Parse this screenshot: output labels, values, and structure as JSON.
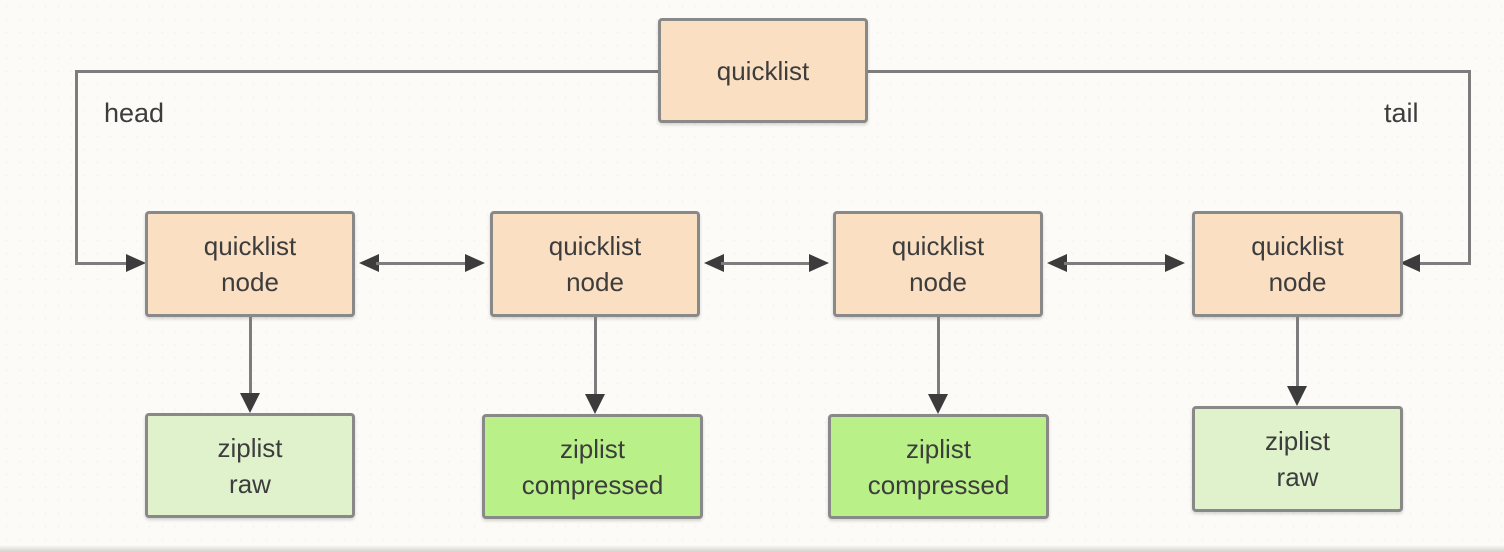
{
  "diagram": {
    "quicklist_box": {
      "label": "quicklist"
    },
    "head_label": "head",
    "tail_label": "tail",
    "nodes": [
      {
        "line1": "quicklist",
        "line2": "node"
      },
      {
        "line1": "quicklist",
        "line2": "node"
      },
      {
        "line1": "quicklist",
        "line2": "node"
      },
      {
        "line1": "quicklist",
        "line2": "node"
      }
    ],
    "ziplists": [
      {
        "line1": "ziplist",
        "line2": "raw",
        "variant": "raw"
      },
      {
        "line1": "ziplist",
        "line2": "compressed",
        "variant": "compressed"
      },
      {
        "line1": "ziplist",
        "line2": "compressed",
        "variant": "compressed"
      },
      {
        "line1": "ziplist",
        "line2": "raw",
        "variant": "raw"
      }
    ],
    "colors": {
      "canvas_bg": "#fcfbf8",
      "node_fill": "#fadfc2",
      "ziplist_raw_fill": "#e0f2cc",
      "ziplist_compressed_fill": "#b9f088",
      "box_border": "#898989",
      "line": "#7d7d7d",
      "arrowhead": "#3c3c3c",
      "text": "#3d3d3d"
    }
  }
}
